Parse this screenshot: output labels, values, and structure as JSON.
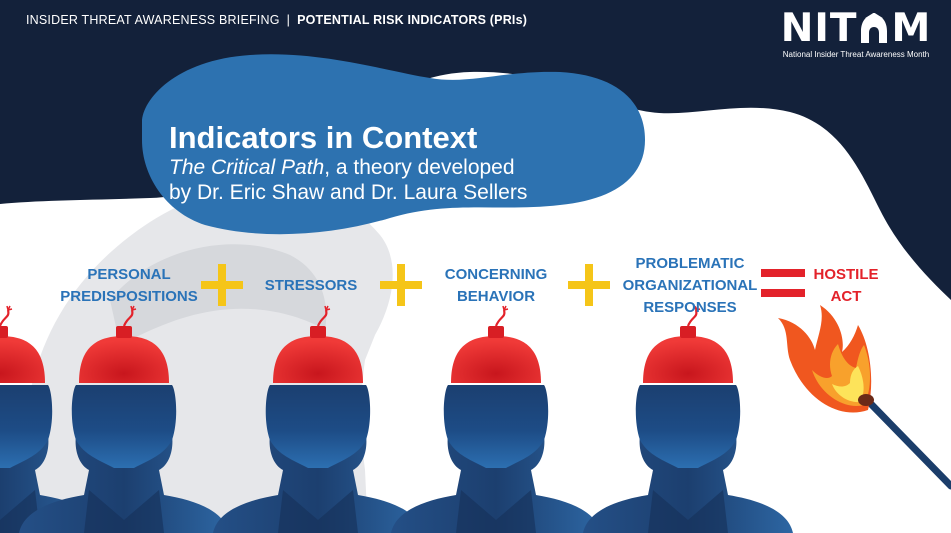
{
  "header": {
    "briefing": "INSIDER THREAT AWARENESS BRIEFING",
    "separator": "|",
    "section": "POTENTIAL RISK INDICATORS (PRIs)"
  },
  "logo": {
    "word_start": "NIT",
    "word_end": "M",
    "icon": "helmet-icon",
    "tagline": "National Insider Threat Awareness Month"
  },
  "title": "Indicators in Context",
  "subtitle": {
    "italic": "The Critical Path",
    "line1_rest": ", a theory developed",
    "line2": "by Dr. Eric Shaw and Dr. Laura Sellers"
  },
  "equation": {
    "terms": [
      "PERSONAL\nPREDISPOSITIONS",
      "STRESSORS",
      "CONCERNING\nBEHAVIOR",
      "PROBLEMATIC\nORGANIZATIONAL\nRESPONSES"
    ],
    "plus_icon": "plus-icon",
    "equals_icon": "equals-icon",
    "result": "HOSTILE\nACT"
  },
  "illustrations": {
    "heads": [
      "bomb-head-icon",
      "bomb-head-icon",
      "bomb-head-icon",
      "bomb-head-icon"
    ],
    "match": "burning-match-icon",
    "background_helmet": "spartan-helmet-icon"
  },
  "colors": {
    "navy": "#13213a",
    "accent_blue": "#2d72b0",
    "term_blue": "#2a73b8",
    "plus_yellow": "#f5c518",
    "equals_red": "#e3222a",
    "bomb_red": "#e3222a"
  }
}
